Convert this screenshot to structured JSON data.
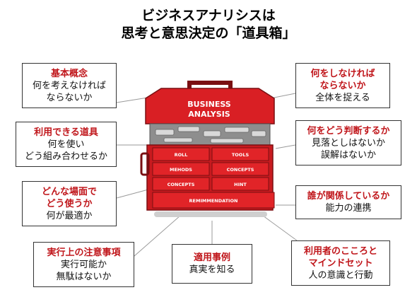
{
  "title": {
    "line1": "ビジネスアナリシスは",
    "line2": "思考と意思決定の「道具箱」"
  },
  "toolbox": {
    "lid_line1": "BUSINESS",
    "lid_line2": "ANALYSIS",
    "drawer_labels": [
      "ROLL",
      "TOOLS",
      "MEHODS",
      "CONCEPTS",
      "HINT",
      "CONCEPTS",
      "REMIMMENDATION"
    ]
  },
  "boxes": {
    "basic": {
      "heading": "基本概念",
      "line1": "何を考えなければ",
      "line2": "ならないか"
    },
    "tools": {
      "heading": "利用できる道具",
      "line1": "何を使い",
      "line2": "どう組み合わせるか"
    },
    "situation": {
      "heading1": "どんな場面で",
      "heading2": "どう使うか",
      "line1": "何が最適か"
    },
    "cautions": {
      "heading": "実行上の注意事項",
      "line1": "実行可能か",
      "line2": "無駄はないか"
    },
    "cases": {
      "heading": "適用事例",
      "line1": "真実を知る"
    },
    "what": {
      "heading1": "何をしなければ",
      "heading2": "ならないか",
      "line1": "全体を捉える"
    },
    "judge": {
      "heading": "何をどう判断するか",
      "line1": "見落としはないか",
      "line2": "誤解はないか"
    },
    "who": {
      "heading": "誰が関係しているか",
      "line1": "能力の連携"
    },
    "mindset": {
      "heading1": "利用者のこころと",
      "heading2": "マインドセット",
      "line1": "人の意識と行動"
    }
  }
}
